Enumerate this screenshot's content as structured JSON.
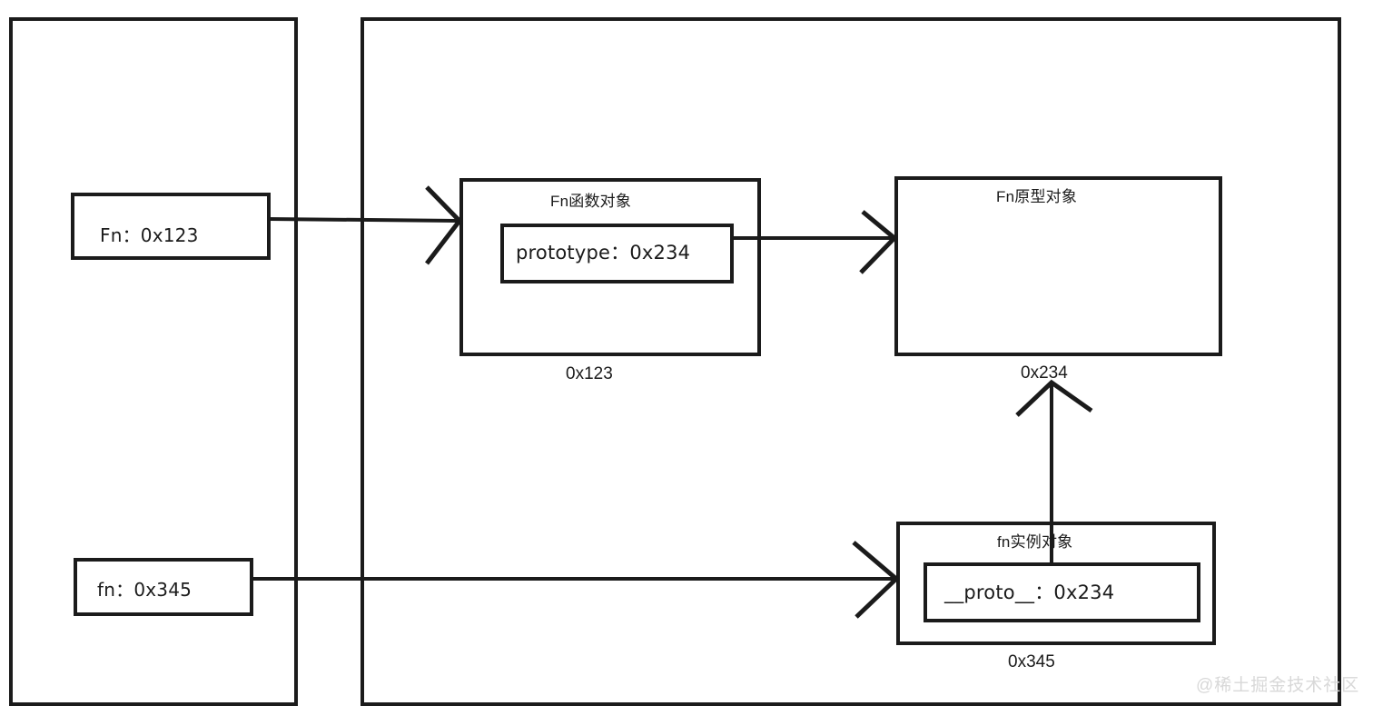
{
  "diagram": {
    "type": "javascript-prototype-chain-memory-diagram",
    "background_color": "#ffffff",
    "stroke_color": "#1b1b1b",
    "frames": [
      {
        "name": "stack-frame",
        "label": ""
      },
      {
        "name": "heap-frame",
        "label": ""
      }
    ],
    "stack": {
      "variables": [
        {
          "name": "fn-constructor-variable",
          "text": "Fn：0x123",
          "address": "0x123"
        },
        {
          "name": "fn-instance-variable",
          "text": "fn：0x345",
          "address": "0x345"
        }
      ]
    },
    "heap": {
      "objects": [
        {
          "name": "fn-function-object",
          "title": "Fn函数对象",
          "address_label": "0x123",
          "property": {
            "name": "prototype-property",
            "text": "prototype：0x234"
          }
        },
        {
          "name": "fn-prototype-object",
          "title": "Fn原型对象",
          "address_label": "0x234",
          "property": null
        },
        {
          "name": "fn-instance-object",
          "title": "fn实例对象",
          "address_label": "0x345",
          "property": {
            "name": "proto-property",
            "text": "__proto__：0x234"
          }
        }
      ]
    },
    "arrows": [
      {
        "name": "arrow-fn-var-to-function-object",
        "from": "Fn：0x123",
        "to": "Fn函数对象"
      },
      {
        "name": "arrow-prototype-to-prototype-object",
        "from": "prototype：0x234",
        "to": "Fn原型对象"
      },
      {
        "name": "arrow-fn-var-to-instance-object",
        "from": "fn：0x345",
        "to": "fn实例对象"
      },
      {
        "name": "arrow-proto-to-prototype-object",
        "from": "__proto__：0x234",
        "to": "Fn原型对象"
      }
    ],
    "watermark": "@稀土掘金技术社区"
  }
}
